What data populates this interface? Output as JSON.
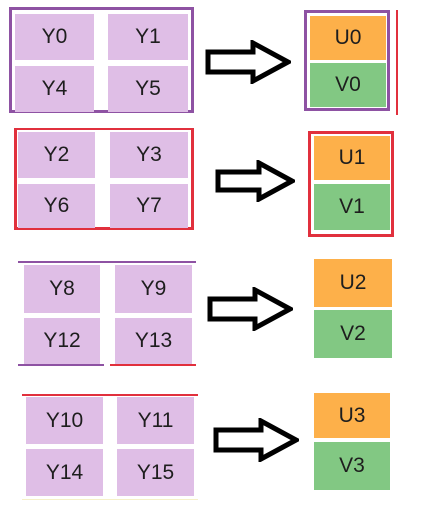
{
  "colors": {
    "y_block": "#dfbee6",
    "u_block": "#fdb04a",
    "v_block": "#82c883",
    "purple_border": "#8e52a3",
    "red_border": "#e1303d"
  },
  "groups": [
    {
      "y": [
        "Y0",
        "Y1",
        "Y4",
        "Y5"
      ],
      "u": "U0",
      "v": "V0"
    },
    {
      "y": [
        "Y2",
        "Y3",
        "Y6",
        "Y7"
      ],
      "u": "U1",
      "v": "V1"
    },
    {
      "y": [
        "Y8",
        "Y9",
        "Y12",
        "Y13"
      ],
      "u": "U2",
      "v": "V2"
    },
    {
      "y": [
        "Y10",
        "Y11",
        "Y14",
        "Y15"
      ],
      "u": "U3",
      "v": "V3"
    }
  ],
  "icons": {
    "arrow": "right-arrow-icon"
  }
}
